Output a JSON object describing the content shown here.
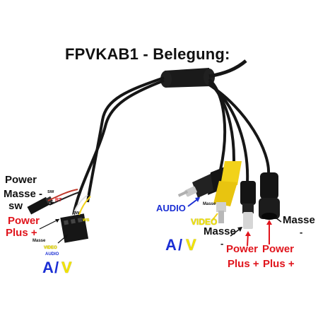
{
  "title": "FPVKAB1 - Belegung:",
  "left_connector": {
    "power_line": "Power",
    "masse_line": "Masse -",
    "sw_line": "sw",
    "power_plus_line1": "Power",
    "power_plus_line2": "Plus +",
    "pin_sw_upper": "sw",
    "pin_rt": "RT",
    "pin_sw_lower": "sw",
    "pin_ws": "ws",
    "pin_masse": "Masse",
    "pin_video": "VIDEO",
    "pin_audio": "AUDIO",
    "av_a": "A",
    "av_slash": "/",
    "av_v": "V"
  },
  "right_connectors": {
    "audio": "AUDIO",
    "masse_small": "Masse",
    "video": "VIDEO",
    "av_a": "A",
    "av_slash": "/",
    "av_v": "V",
    "masse_left": "Masse",
    "masse_left_minus": "-",
    "power_left_1": "Power",
    "power_left_2": "Plus +",
    "power_right_1": "Power",
    "power_right_2": "Plus +",
    "masse_right": "Masse",
    "masse_right_minus": "-"
  },
  "colors": {
    "cable": "#161616",
    "rca_yellow": "#f2d21a",
    "label_red": "#e0141c",
    "label_blue": "#1b2fd4",
    "label_yellow": "#f2e400"
  }
}
